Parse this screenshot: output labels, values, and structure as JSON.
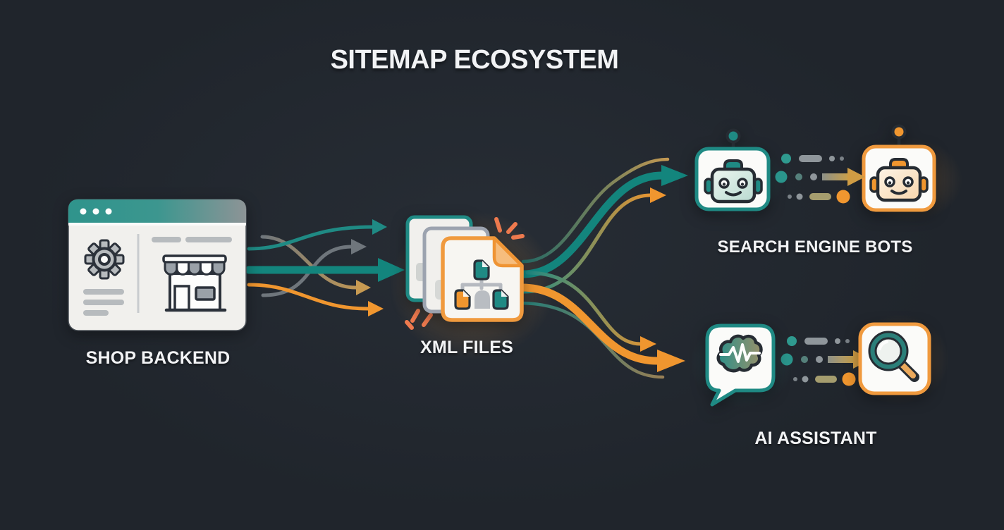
{
  "title": "SITEMAP ECOSYSTEM",
  "nodes": {
    "shop_backend": {
      "label": "SHOP BACKEND",
      "icon": "browser-window-gear-storefront-icon"
    },
    "xml_files": {
      "label": "XML FILES",
      "icon": "stacked-xml-documents-sitemap-tree-icon"
    },
    "search_engine_bots": {
      "label": "SEARCH ENGINE BOTS",
      "icons": [
        "teal-crawler-robot-icon",
        "orange-index-robot-icon"
      ]
    },
    "ai_assistant": {
      "label": "AI ASSISTANT",
      "icons": [
        "brain-speech-bubble-icon",
        "magnifier-icon"
      ]
    }
  },
  "flows": [
    {
      "from": "shop_backend",
      "to": "xml_files",
      "style": "woven curved arrows",
      "arrow_colors": [
        "teal",
        "gray",
        "teal-thick",
        "orange",
        "gray-to-tan"
      ]
    },
    {
      "from": "xml_files",
      "to": "search_engine_bots",
      "style": "curved arrows",
      "arrow_colors": [
        "teal-thick",
        "teal-to-orange",
        "teal-to-tan-faded"
      ]
    },
    {
      "from": "xml_files",
      "to": "ai_assistant",
      "style": "curved arrows",
      "arrow_colors": [
        "orange-thick",
        "teal-to-orange",
        "teal-to-olive-faded"
      ]
    },
    {
      "from": "crawler-robot",
      "to": "index-robot",
      "style": "dotted data trail with tan arrow"
    },
    {
      "from": "ai-brain",
      "to": "ai-search",
      "style": "dotted data trail with tan arrow"
    }
  ],
  "colors": {
    "background": "#20252c",
    "text": "#f2f3f5",
    "teal": "#1f8a84",
    "teal_thick": "#13857d",
    "orange": "#f0962f",
    "tan": "#c79a52",
    "gray": "#8f969b",
    "salmon": "#ee7a4e",
    "surface": "#fafaf8"
  }
}
